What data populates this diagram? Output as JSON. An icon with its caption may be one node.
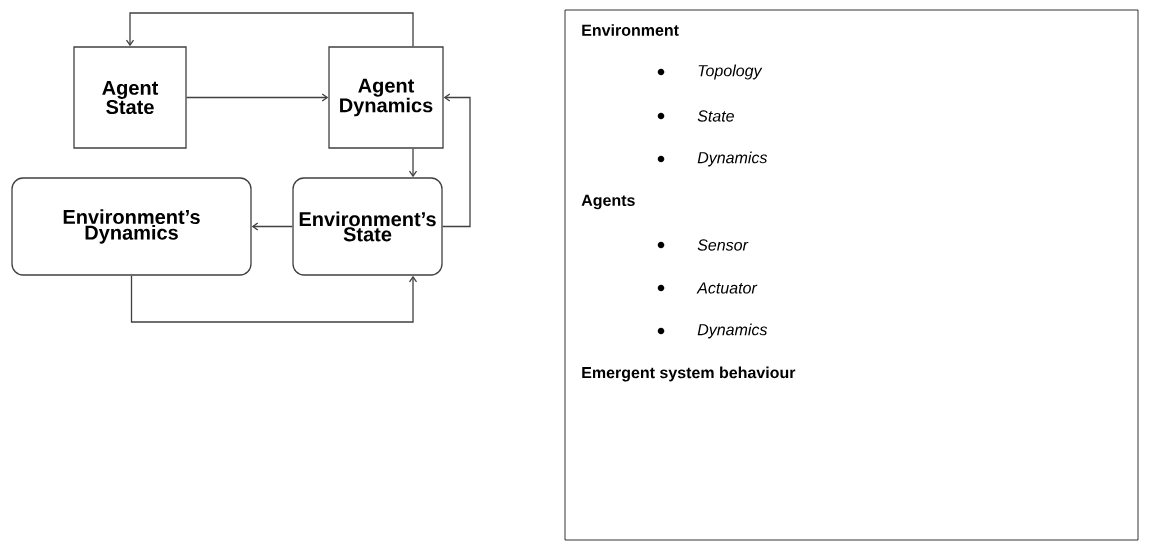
{
  "diagram": {
    "nodes": [
      {
        "text": [
          "Agent State"
        ]
      },
      {
        "text": [
          "Agent Dynamics"
        ]
      },
      {
        "text": [
          "Environment’s Dynamics"
        ]
      },
      {
        "text": [
          "Environment’s State"
        ]
      },
      {
        "text": [
          "Environment",
          "Topology",
          "State",
          "Dynamics",
          "Agents",
          "Sensor",
          "Actuator",
          "Dynamics",
          "Emergent system behaviour"
        ]
      }
    ],
    "edges": [
      {
        "from": 1,
        "to": 0,
        "arrow": "to"
      },
      {
        "from": 0,
        "to": 1,
        "arrow": "to"
      },
      {
        "from": 1,
        "to": 3,
        "arrow": "to"
      },
      {
        "from": 3,
        "to": 2,
        "arrow": "to"
      },
      {
        "from": 2,
        "to": 3,
        "arrow": "to"
      },
      {
        "from": 3,
        "to": 1,
        "arrow": "to"
      }
    ]
  }
}
